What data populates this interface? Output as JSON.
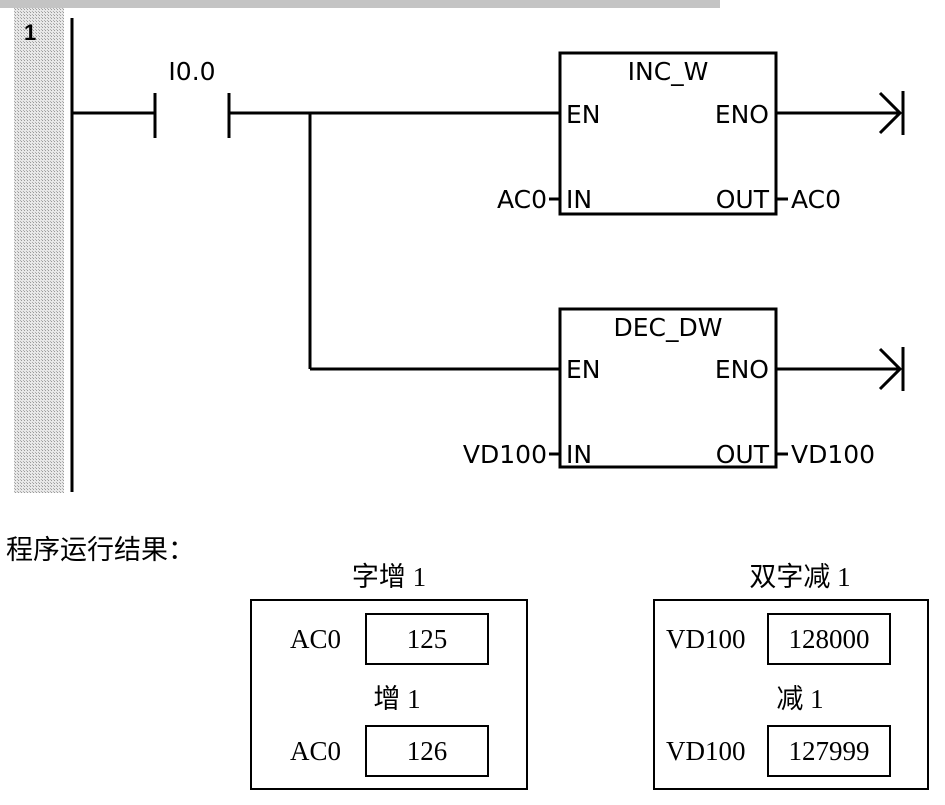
{
  "ladder": {
    "network_number": "1",
    "contact": {
      "label": "I0.0"
    },
    "box_inc": {
      "title": "INC_W",
      "en": "EN",
      "eno": "ENO",
      "in": "IN",
      "out": "OUT",
      "in_operand": "AC0",
      "out_operand": "AC0"
    },
    "box_dec": {
      "title": "DEC_DW",
      "en": "EN",
      "eno": "ENO",
      "in": "IN",
      "out": "OUT",
      "in_operand": "VD100",
      "out_operand": "VD100"
    }
  },
  "results": {
    "heading": "程序运行结果：",
    "inc_panel": {
      "title": "字增 1",
      "row1_label": "AC0",
      "row1_value": "125",
      "middle_label": "增 1",
      "row2_label": "AC0",
      "row2_value": "126"
    },
    "dec_panel": {
      "title": "双字减 1",
      "row1_label": "VD100",
      "row1_value": "128000",
      "middle_label": "减 1",
      "row2_label": "VD100",
      "row2_value": "127999"
    }
  },
  "colors": {
    "gutter": "#d4d4d4",
    "topbar": "#c4c4c4",
    "line": "#000000"
  }
}
